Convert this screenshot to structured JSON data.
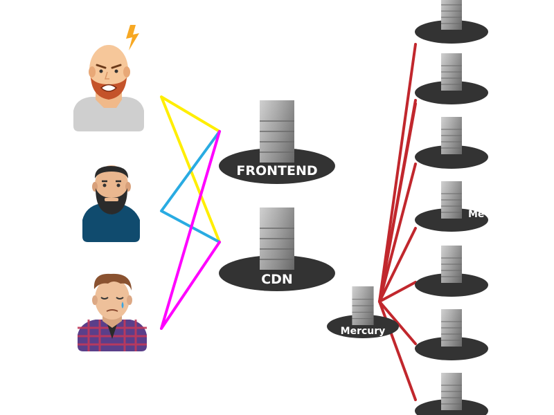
{
  "servers": {
    "frontend_label": "FRONTEND",
    "cdn_label": "CDN",
    "mercury_label": "Mercury",
    "partial_label": "Me"
  },
  "colors": {
    "user1_link": "#ffee00",
    "user2_link": "#29abe2",
    "user3_link": "#ff00ff",
    "mercury_link": "#c1272d",
    "disc": "#333333",
    "tower": "#9a9a9a",
    "label": "#ffffff"
  },
  "icons": {
    "user1": "angry-bald-man-icon",
    "user1_badge": "lightning-bolt-icon",
    "user2": "bearded-man-icon",
    "user3": "crying-man-icon"
  }
}
